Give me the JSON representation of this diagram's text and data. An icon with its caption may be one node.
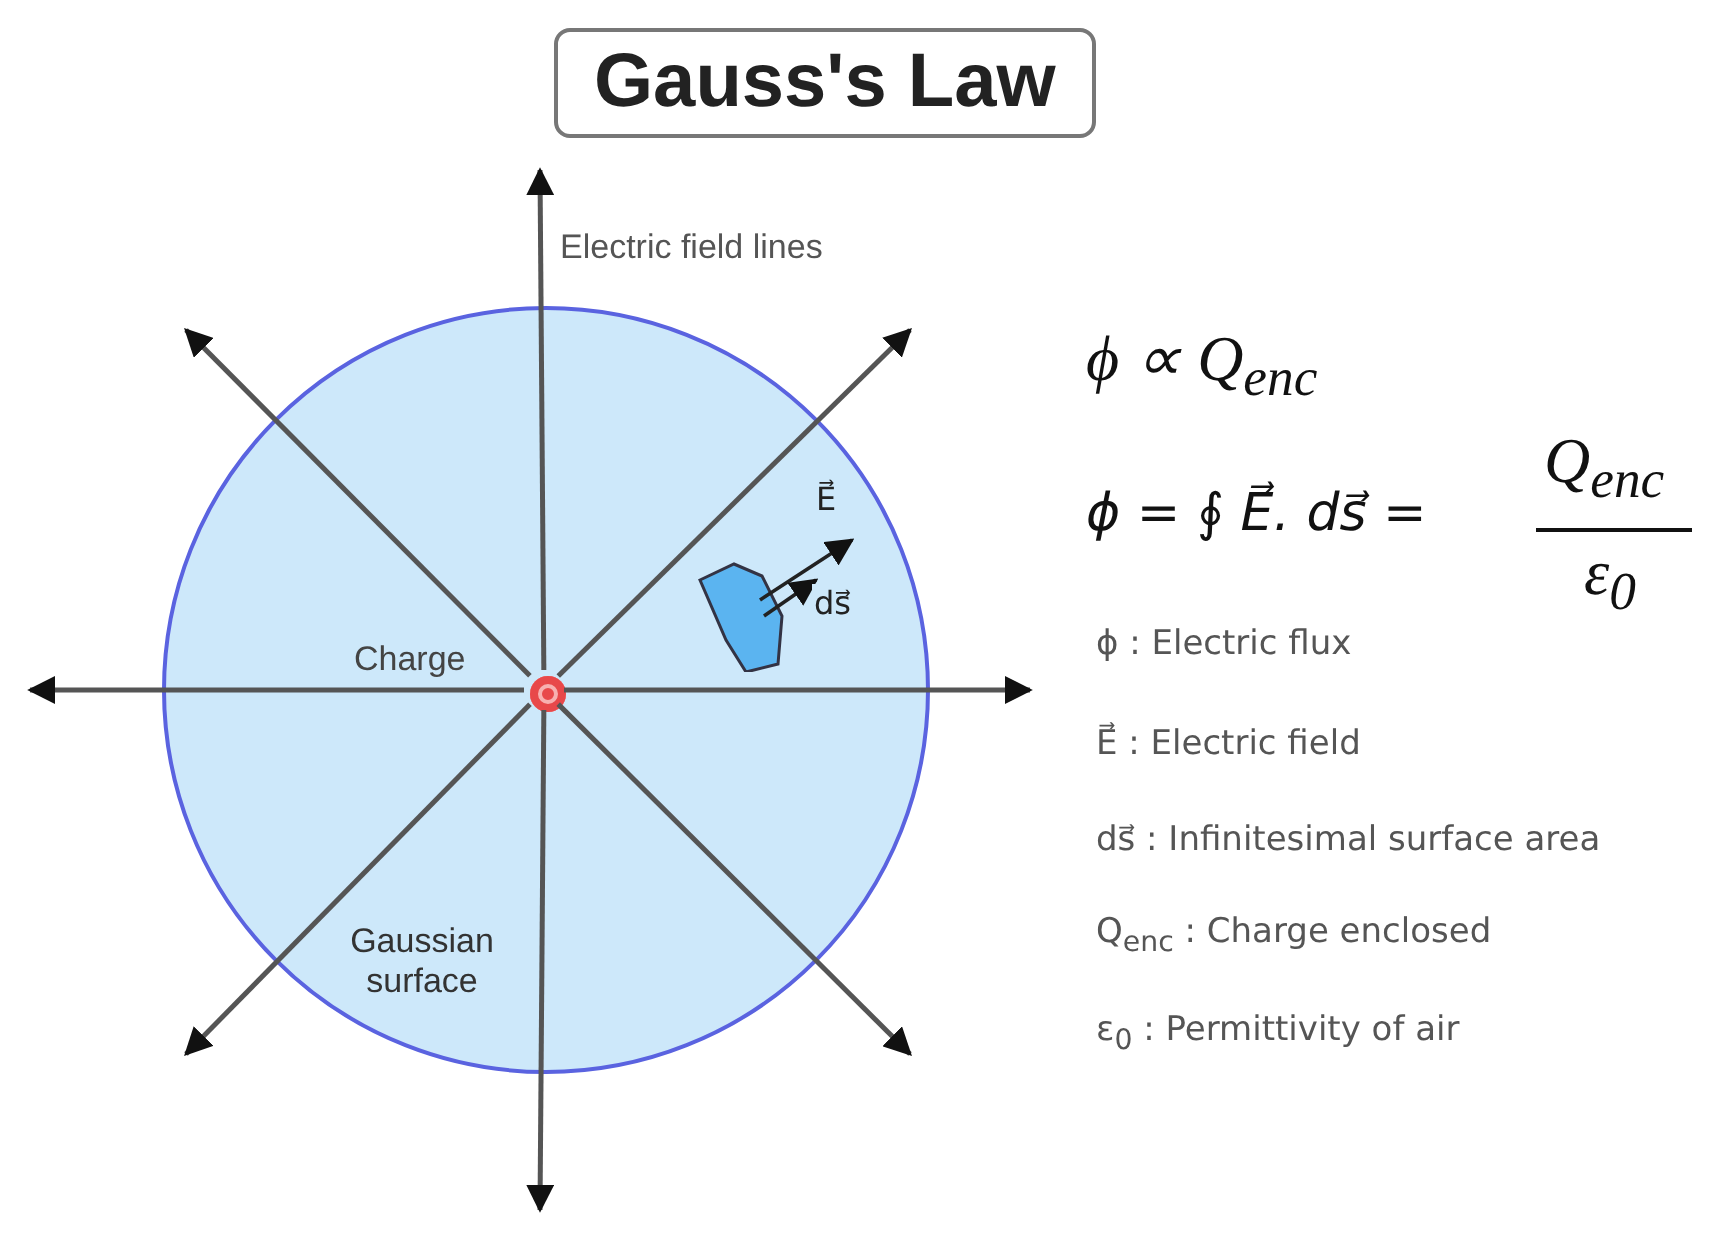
{
  "diagram": {
    "title": "Gauss's Law",
    "nodes": [
      {
        "text": [
          "Gaussian surface"
        ]
      },
      {
        "text": [],
        "shape": "circle",
        "beside": [
          "Charge"
        ],
        "in": 0
      },
      {
        "text": [],
        "shape": "box",
        "in": 0
      }
    ],
    "edges": [
      {
        "from": 1,
        "to": null,
        "arrow": "to"
      },
      {
        "from": 1,
        "to": null,
        "arrow": "to"
      },
      {
        "from": 1,
        "to": null,
        "arrow": "to"
      },
      {
        "from": 1,
        "to": null,
        "arrow": "to"
      },
      {
        "from": 1,
        "to": null,
        "arrow": "to"
      },
      {
        "from": 1,
        "to": null,
        "arrow": "to"
      },
      {
        "from": 1,
        "to": null,
        "arrow": "to"
      },
      {
        "from": 1,
        "to": null,
        "arrow": "to"
      },
      {
        "from": 2,
        "to": null,
        "arrow": "to",
        "label": "E⃗"
      },
      {
        "from": 2,
        "to": null,
        "arrow": "to",
        "label": "ds⃗"
      }
    ],
    "labels": [
      "Electric field lines",
      "ϕ ∝ Q$_{enc}$",
      "ϕ = ∮ E⃗. ds⃗ =",
      "Q$_{enc}$",
      "ε$_{0}$",
      "ϕ : Electric flux",
      "E⃗ : Electric field",
      "ds⃗ : Infinitesimal surface area",
      "Q$_{enc}$ : Charge enclosed",
      "ε$_{0}$ : Permittivity of air"
    ]
  }
}
